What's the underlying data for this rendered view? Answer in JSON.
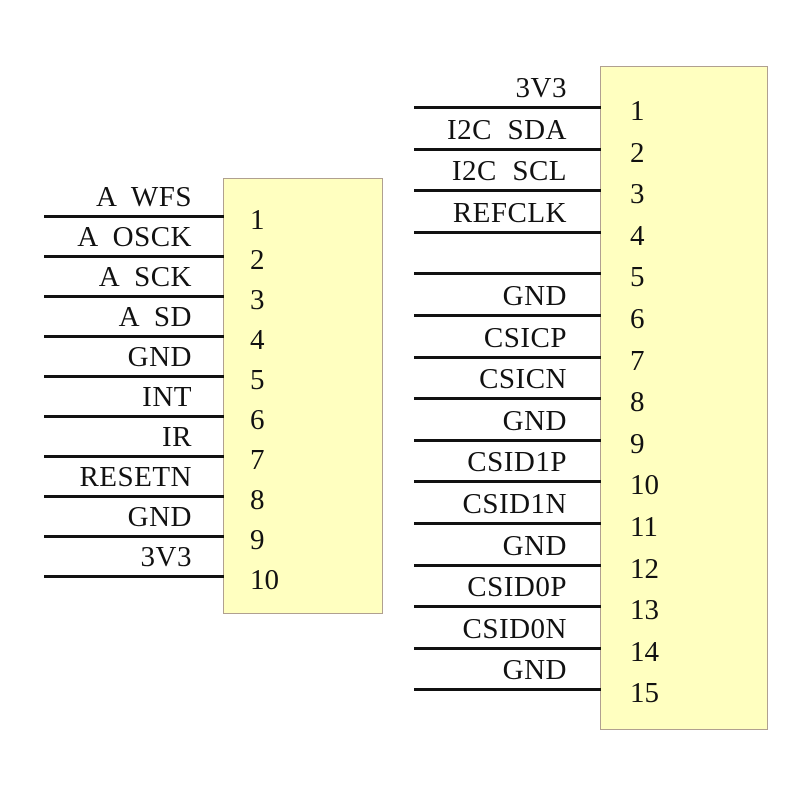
{
  "connector_left": {
    "pins": [
      {
        "number": "1",
        "signal": "A  WFS"
      },
      {
        "number": "2",
        "signal": "A  OSCK"
      },
      {
        "number": "3",
        "signal": "A  SCK"
      },
      {
        "number": "4",
        "signal": "A  SD"
      },
      {
        "number": "5",
        "signal": "GND"
      },
      {
        "number": "6",
        "signal": "INT"
      },
      {
        "number": "7",
        "signal": "IR"
      },
      {
        "number": "8",
        "signal": "RESETN"
      },
      {
        "number": "9",
        "signal": "GND"
      },
      {
        "number": "10",
        "signal": "3V3"
      }
    ]
  },
  "connector_right": {
    "pins": [
      {
        "number": "1",
        "signal": "3V3"
      },
      {
        "number": "2",
        "signal": "I2C  SDA"
      },
      {
        "number": "3",
        "signal": "I2C  SCL"
      },
      {
        "number": "4",
        "signal": "REFCLK"
      },
      {
        "number": "5",
        "signal": ""
      },
      {
        "number": "6",
        "signal": "GND"
      },
      {
        "number": "7",
        "signal": "CSICP"
      },
      {
        "number": "8",
        "signal": "CSICN"
      },
      {
        "number": "9",
        "signal": "GND"
      },
      {
        "number": "10",
        "signal": "CSID1P"
      },
      {
        "number": "11",
        "signal": "CSID1N"
      },
      {
        "number": "12",
        "signal": "GND"
      },
      {
        "number": "13",
        "signal": "CSID0P"
      },
      {
        "number": "14",
        "signal": "CSID0N"
      },
      {
        "number": "15",
        "signal": "GND"
      }
    ]
  }
}
